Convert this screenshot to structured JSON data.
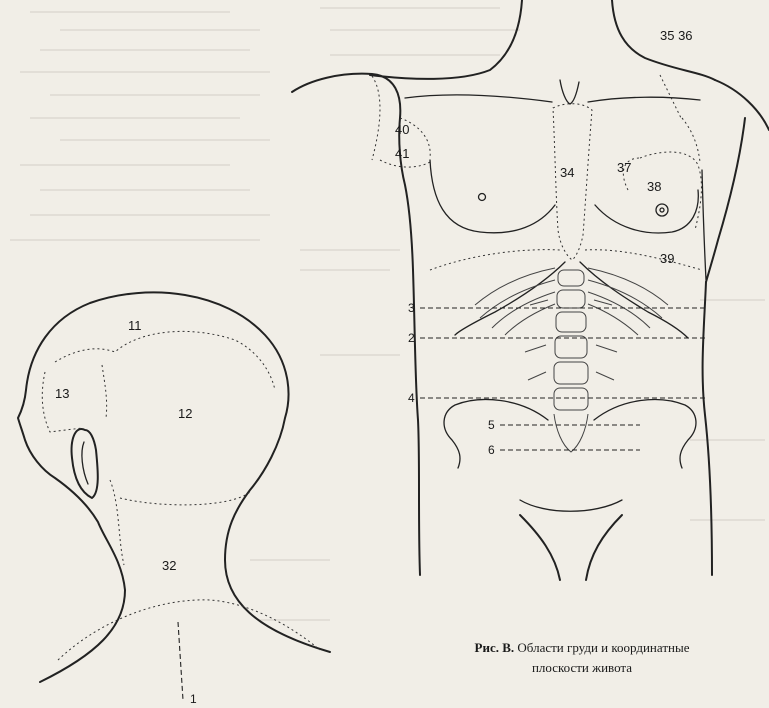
{
  "figure": {
    "caption_prefix": "Рис. В.",
    "caption_line1": "Области груди и координатные",
    "caption_line2": "плоскости живота"
  },
  "head_labels": {
    "r11": "11",
    "r12": "12",
    "r13": "13",
    "r32": "32",
    "r1": "1"
  },
  "torso_labels": {
    "r34": "34",
    "r35_36": "35 36",
    "r37": "37",
    "r38": "38",
    "r39": "39",
    "r40": "40",
    "r41": "41"
  },
  "plane_labels": {
    "p3": "3",
    "p2": "2",
    "p4": "4",
    "p5": "5",
    "p6": "6"
  },
  "colors": {
    "paper": "#f1eee7",
    "ink": "#1a1a1a"
  }
}
